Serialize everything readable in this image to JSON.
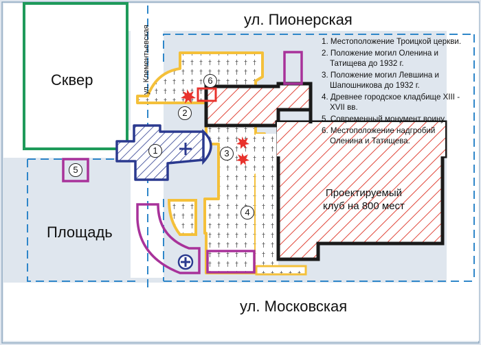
{
  "streets": {
    "pionerskaya": "ул. Пионерская",
    "moskovskaya": "ул. Московская",
    "klementyevskaya": "ул. Клементьевская"
  },
  "areas": {
    "skver": "Сквер",
    "ploshchad": "Площадь"
  },
  "club": {
    "line1": "Проектируемый",
    "line2": "клуб на 800 мест"
  },
  "markers": {
    "m1": "1",
    "m2": "2",
    "m3": "3",
    "m4": "4",
    "m5": "5",
    "m6": "6"
  },
  "legend": [
    "1. Местоположение Троицкой церкви.",
    "2. Положение могил Оленина и Татищева до 1932 г.",
    "3. Положение могил Левшина и Шапошникова до 1932 г.",
    "4. Древнее городское кладбище XIII - XVII вв.",
    "5. Современный монумент воину.",
    "6. Местоположение надгробий Оленина и Татищева."
  ],
  "colors": {
    "background": "#dfe6ee",
    "road": "#ffffff",
    "dash": "#2e86c9",
    "park": "#1e9a5a",
    "church": "#2b3a8f",
    "cemetery": "#f4c03a",
    "club_hatch": "#e0463a",
    "monument": "#a8329a",
    "grave_mark": "#e8322c"
  },
  "icons": [
    "cross-icon",
    "red-cross-icon",
    "circle-plus-icon"
  ]
}
